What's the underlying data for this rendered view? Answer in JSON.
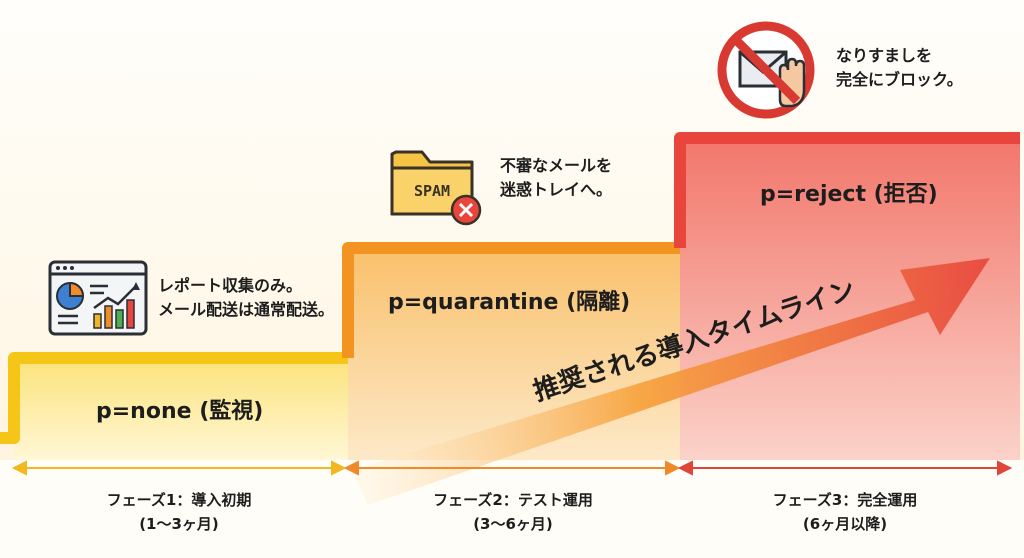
{
  "steps": [
    {
      "label": "p=none (監視)",
      "note": [
        "レポート収集のみ。",
        "メール配送は通常配送。"
      ]
    },
    {
      "label": "p=quarantine (隔離)",
      "note": [
        "不審なメールを",
        "迷惑トレイへ。"
      ]
    },
    {
      "label": "p=reject (拒否)",
      "note": [
        "なりすましを",
        "完全にブロック。"
      ]
    }
  ],
  "timeline_label": "推奨される導入タイムライン",
  "spam_folder_text": "SPAM",
  "phases": [
    {
      "title": "フェーズ1：導入初期",
      "duration": "(1〜3ヶ月)"
    },
    {
      "title": "フェーズ2：テスト運用",
      "duration": "(3〜6ヶ月)"
    },
    {
      "title": "フェーズ3：完全運用",
      "duration": "(6ヶ月以降)"
    }
  ],
  "colors": {
    "phase1": "#f5c518",
    "phase2": "#f39321",
    "phase3": "#e8463c"
  },
  "icons": [
    "report-dashboard-icon",
    "spam-folder-icon",
    "blocked-mail-icon"
  ]
}
